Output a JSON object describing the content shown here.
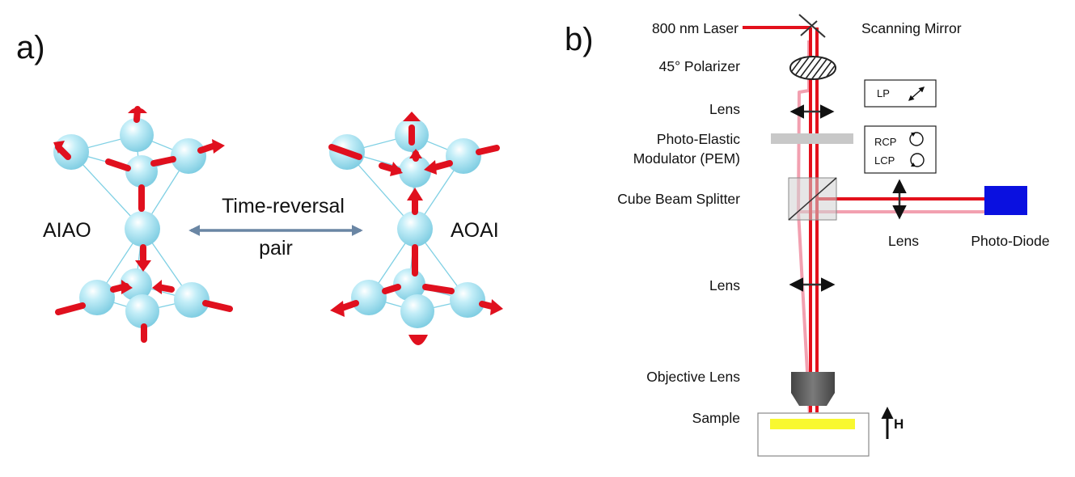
{
  "panel_a": {
    "letter": "a)",
    "left_structure": "AIAO",
    "right_structure": "AOAI",
    "relation_line1": "Time-reversal",
    "relation_line2": "pair"
  },
  "panel_b": {
    "letter": "b)",
    "laser": "800 nm Laser",
    "scanning_mirror": "Scanning Mirror",
    "polarizer": "45° Polarizer",
    "lens_top": "Lens",
    "pem_line1": "Photo-Elastic",
    "pem_line2": "Modulator (PEM)",
    "beam_splitter": "Cube Beam Splitter",
    "lens_side": "Lens",
    "photodiode": "Photo-Diode",
    "lens_mid": "Lens",
    "objective": "Objective Lens",
    "sample": "Sample",
    "field": "H",
    "box_lp": "LP",
    "box_rcp": "RCP",
    "box_lcp": "LCP"
  },
  "colors": {
    "beam": "#e3101c",
    "reflected_beam": "#f2a0b0",
    "sphere": "#a6e3f0",
    "spin_arrow": "#e0101e",
    "pair_arrow": "#6a86a4",
    "photodiode": "#0a10e0",
    "sample": "#f8f830",
    "objective": "#5a5a5a",
    "pem": "#c8c8c8"
  }
}
